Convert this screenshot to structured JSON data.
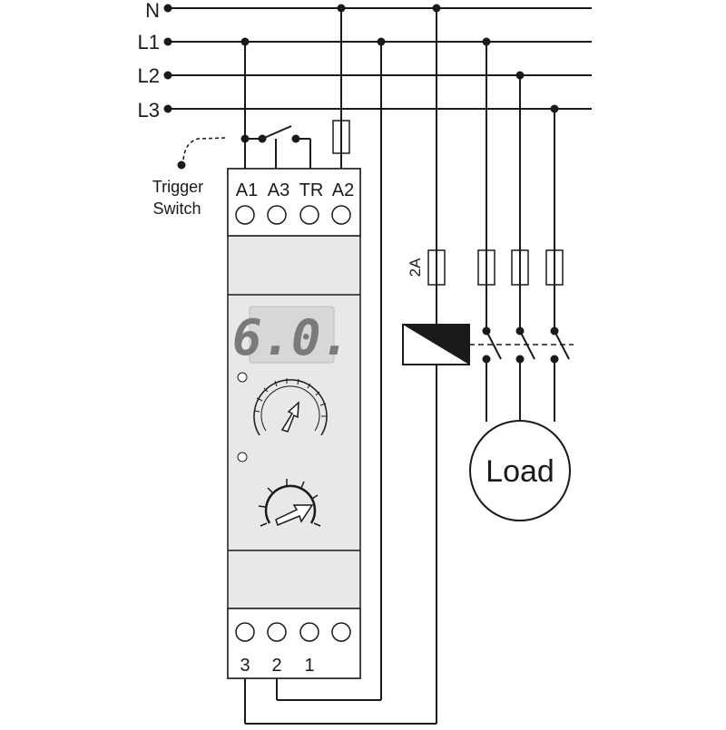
{
  "lines": [
    "N",
    "L1",
    "L2",
    "L3"
  ],
  "trigger": {
    "line1": "Trigger",
    "line2": "Switch"
  },
  "top_terminals": [
    "A1",
    "A3",
    "TR",
    "A2"
  ],
  "bottom_terminals": [
    "3",
    "2",
    "1"
  ],
  "display": {
    "value": "6.0."
  },
  "fuse_rating": "2A",
  "load_label": "Load",
  "colors": {
    "line": "#1a1a1a",
    "housing": "#e8e8e8",
    "display_bg": "#d7d7d7",
    "display_digit": "#7a7a7a"
  }
}
